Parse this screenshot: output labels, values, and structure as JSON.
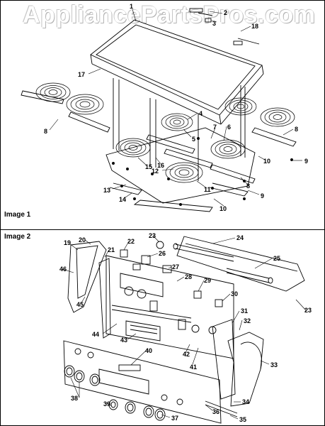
{
  "watermark": "AppliancePartsPros.com",
  "image1": {
    "label": "Image 1",
    "callouts": [
      "1",
      "2",
      "3",
      "18",
      "17",
      "4",
      "5",
      "6",
      "7",
      "8",
      "8",
      "8",
      "9",
      "9",
      "10",
      "10",
      "11",
      "12",
      "13",
      "14",
      "15",
      "16"
    ]
  },
  "image2": {
    "label": "Image 2",
    "callouts": [
      "19",
      "20",
      "21",
      "22",
      "23",
      "24",
      "25",
      "26",
      "27",
      "28",
      "29",
      "30",
      "31",
      "32",
      "33",
      "34",
      "35",
      "36",
      "37",
      "38",
      "39",
      "40",
      "41",
      "42",
      "43",
      "44",
      "45",
      "46",
      "23"
    ]
  }
}
